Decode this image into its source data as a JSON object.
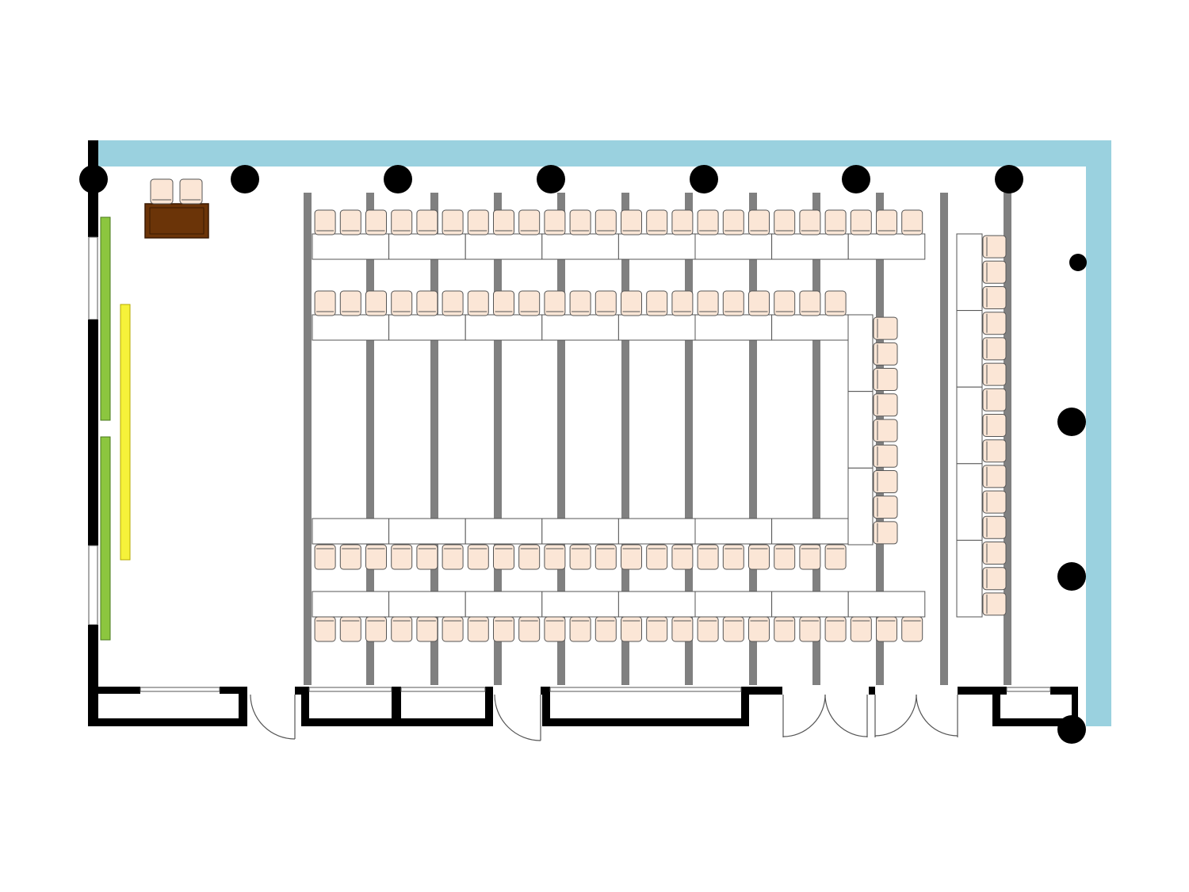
{
  "floor_plan": {
    "colors": {
      "background": "#ffffff",
      "glass_wall": "#9ad1df",
      "wall": "#000000",
      "column": "#000000",
      "beam": "#808080",
      "chair_fill": "#fbe6d6",
      "chair_stroke": "#555555",
      "table_fill": "#ffffff",
      "table_stroke": "#555555",
      "lectern": "#6b3408",
      "board_green": "#8cc63f",
      "board_yellow": "#f6f23a",
      "door_stroke": "#555555"
    },
    "rows": [
      {
        "label": "row-1",
        "tables": 8,
        "chairs": 24,
        "chair_side": "above"
      },
      {
        "label": "row-2",
        "tables": 7,
        "chairs": 21,
        "chair_side": "above"
      },
      {
        "label": "row-3",
        "tables": 7,
        "chairs": 21,
        "chair_side": "below"
      },
      {
        "label": "row-4",
        "tables": 8,
        "chairs": 24,
        "chair_side": "below"
      }
    ],
    "inner_side_bank": {
      "tables": 3,
      "chairs": 9
    },
    "right_side_bank": {
      "tables": 5,
      "chairs": 15
    },
    "lectern": {
      "chairs": 2
    },
    "doors": {
      "single": 2,
      "double": 2
    }
  }
}
